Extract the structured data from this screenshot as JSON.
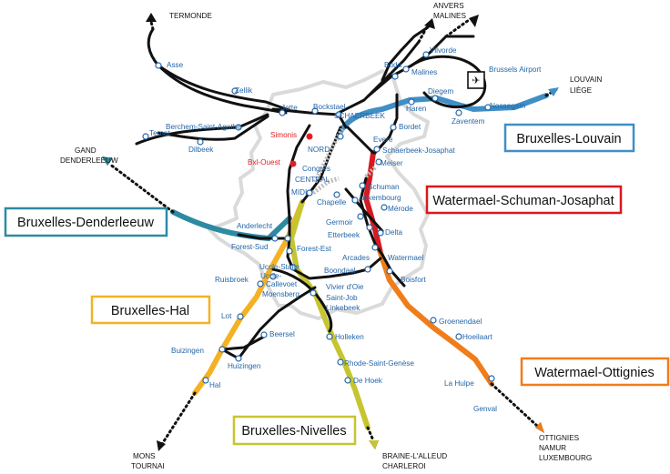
{
  "stations": {
    "asse": "Asse",
    "zellik": "Zellik",
    "jette": "Jette",
    "bockstael": "Bockstael",
    "schaerbeek": "SCHAERBEEK",
    "berchem": "Berchem-Saint-Agathe",
    "ternat": "Ternat",
    "dilbeek": "Dilbeek",
    "simonis": "Simonis",
    "nord": "NORD",
    "bxl_ouest": "Bxl-Ouest",
    "congres": "Congrès",
    "central": "CENTRAL",
    "midi": "MIDI",
    "chapelle": "Chapelle",
    "schuman": "Schuman",
    "luxembourg": "Luxembourg",
    "merode": "Mérode",
    "anderlecht": "Anderlecht",
    "forest_sud": "Forest-Sud",
    "forest_est": "Forest-Est",
    "germoir": "Germoir",
    "etterbeek": "Etterbeek",
    "delta": "Delta",
    "arcades": "Arcades",
    "watermael": "Watermael",
    "boondael": "Boondael",
    "uccle_stalle": "Uccle-Stalle",
    "uccle_callevoet": "Uccle-\nCallevoet",
    "moensberg": "Moensberg",
    "ruisbroek": "Ruisbroek",
    "vivier": "Vivier d'Oie",
    "saint_job": "Saint-Job",
    "linkebeek": "Linkebeek",
    "lot": "Lot",
    "beersel": "Beersel",
    "holleken": "Holleken",
    "buizingen": "Buizingen",
    "huizingen": "Huizingen",
    "rhode": "Rhode-Saint-Genèse",
    "de_hoek": "De Hoek",
    "hal": "Hal",
    "boisfort": "Boisfort",
    "groenendael": "Groenendael",
    "hoeilaart": "Hoeilaart",
    "la_hulpe": "La Hulpe",
    "genval": "Genval",
    "vilvorde": "Vilvorde",
    "buda": "Buda",
    "malines_st": "Malines",
    "brussels_airport": "Brussels Airport",
    "diegem": "Diegem",
    "haren": "Haren",
    "nossegem": "Nossegem",
    "zaventem": "Zaventem",
    "bordet": "Bordet",
    "evere": "Evere",
    "schaerbeek_josaphat": "Schaerbeek-Josaphat",
    "meiser": "Meiser"
  },
  "destinations": {
    "termonde": "TERMONDE",
    "anvers": "ANVERS",
    "malines": "MALINES",
    "louvain": "LOUVAIN",
    "liege": "LIÈGE",
    "gand": "GAND",
    "denderleeuw": "DENDERLEEUW",
    "mons": "MONS",
    "tournai": "TOURNAI",
    "braine": "BRAINE-L'ALLEUD",
    "charleroi": "CHARLEROI",
    "ottignies": "OTTIGNIES",
    "namur": "NAMUR",
    "luxembourg_dest": "LUXEMBOURG"
  },
  "legend": {
    "louvain": {
      "label": "Bruxelles-Louvain",
      "color": "#3f8fc6"
    },
    "denderleeuw": {
      "label": "Bruxelles-Denderleeuw",
      "color": "#2d8aa3"
    },
    "wsj": {
      "label": "Watermael-Schuman-Josaphat",
      "color": "#d71920"
    },
    "hal": {
      "label": "Bruxelles-Hal",
      "color": "#f4b223"
    },
    "ottignies": {
      "label": "Watermael-Ottignies",
      "color": "#ef7d1a"
    },
    "nivelles": {
      "label": "Bruxelles-Nivelles",
      "color": "#c6c531"
    }
  },
  "colors": {
    "track": "#111111",
    "station_label": "#2566a8",
    "region": "#dadada",
    "red_station": "#e21f26"
  }
}
